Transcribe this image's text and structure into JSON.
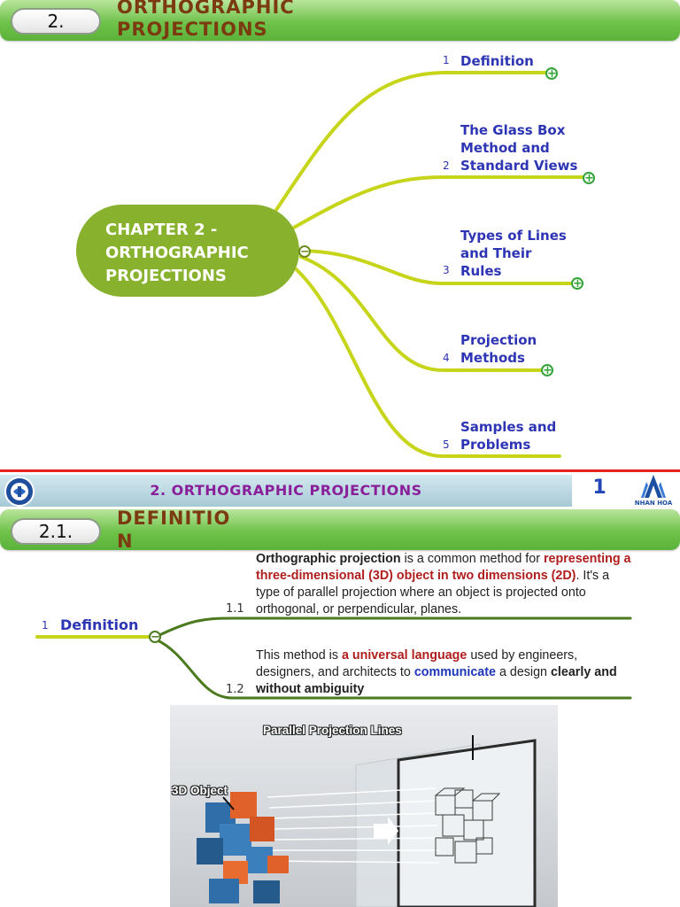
{
  "slide1": {
    "header": {
      "number": "2.",
      "title_line1": "ORTHOGRAPHIC",
      "title_line2": "PROJECTIONS"
    },
    "central": {
      "line1": "CHAPTER 2 -",
      "line2": "ORTHOGRAPHIC",
      "line3": "PROJECTIONS",
      "toggle": "−"
    },
    "branches": [
      {
        "num": "1",
        "lines": [
          "Definition"
        ],
        "toggle": "+"
      },
      {
        "num": "2",
        "lines": [
          "The Glass Box",
          "Method and",
          "Standard Views"
        ],
        "toggle": "+"
      },
      {
        "num": "3",
        "lines": [
          "Types of Lines",
          "and Their",
          "Rules"
        ],
        "toggle": "+"
      },
      {
        "num": "4",
        "lines": [
          "Projection",
          "Methods"
        ],
        "toggle": "+"
      },
      {
        "num": "5",
        "lines": [
          "Samples and",
          "Problems"
        ]
      }
    ],
    "footer": {
      "title": "2. ORTHOGRAPHIC PROJECTIONS",
      "page": "1",
      "logo_text": "NHAN HOA"
    }
  },
  "slide2": {
    "header": {
      "number": "2.1.",
      "title_line1": "DEFINITIO",
      "title_line2": "N"
    },
    "root": {
      "num": "1",
      "label": "Definition",
      "toggle": "−"
    },
    "sub": [
      {
        "num": "1.1",
        "segments": [
          {
            "t": "Orthographic projection",
            "s": "k"
          },
          {
            "t": " is a common method for ",
            "s": ""
          },
          {
            "t": "representing a three-dimensional (3D) object in two dimensions (2D)",
            "s": "r"
          },
          {
            "t": ". It's a type of parallel projection where an object is projected onto orthogonal, or perpendicular, planes.",
            "s": ""
          }
        ]
      },
      {
        "num": "1.2",
        "segments": [
          {
            "t": "This method is ",
            "s": ""
          },
          {
            "t": "a universal language",
            "s": "r"
          },
          {
            "t": " used by engineers, designers, and architects to ",
            "s": ""
          },
          {
            "t": "communicate",
            "s": "b"
          },
          {
            "t": " a design ",
            "s": ""
          },
          {
            "t": "clearly and without ambiguity",
            "s": "k"
          }
        ]
      }
    ],
    "image": {
      "label_lines": "Parallel Projection Lines",
      "label_object": "3D Object"
    }
  },
  "colors": {
    "header_green": "#6fc24a",
    "title_brown": "#7b3a10",
    "branch_line": "#c6d51a",
    "central_fill": "#88b22d",
    "label_blue": "#2d35b5",
    "accent_red": "#b01e1e",
    "footer_purple": "#8a1f9a"
  }
}
